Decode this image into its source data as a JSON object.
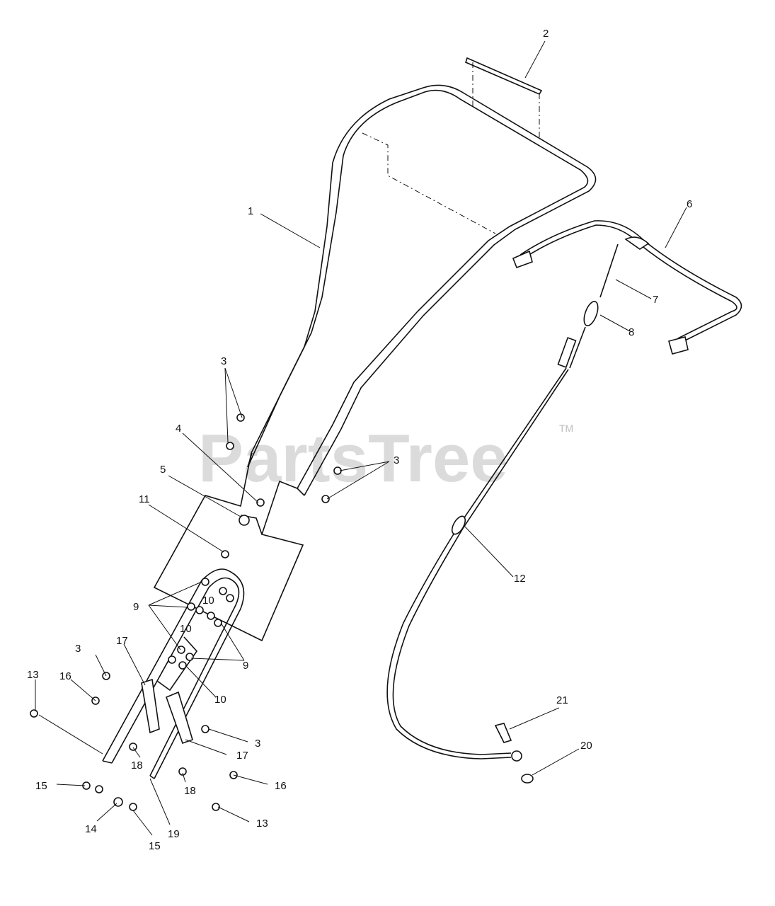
{
  "watermark": {
    "text": "PartsTree",
    "trademark": "TM"
  },
  "callouts": {
    "c1": "1",
    "c2": "2",
    "c3a": "3",
    "c3b": "3",
    "c3c": "3",
    "c3d": "3",
    "c4": "4",
    "c5": "5",
    "c6": "6",
    "c7": "7",
    "c8": "8",
    "c9a": "9",
    "c9b": "9",
    "c10a": "10",
    "c10b": "10",
    "c10c": "10",
    "c11": "11",
    "c12": "12",
    "c13a": "13",
    "c13b": "13",
    "c14": "14",
    "c15a": "15",
    "c15b": "15",
    "c16a": "16",
    "c16b": "16",
    "c17a": "17",
    "c17b": "17",
    "c18a": "18",
    "c18b": "18",
    "c19": "19",
    "c20": "20",
    "c21": "21"
  }
}
